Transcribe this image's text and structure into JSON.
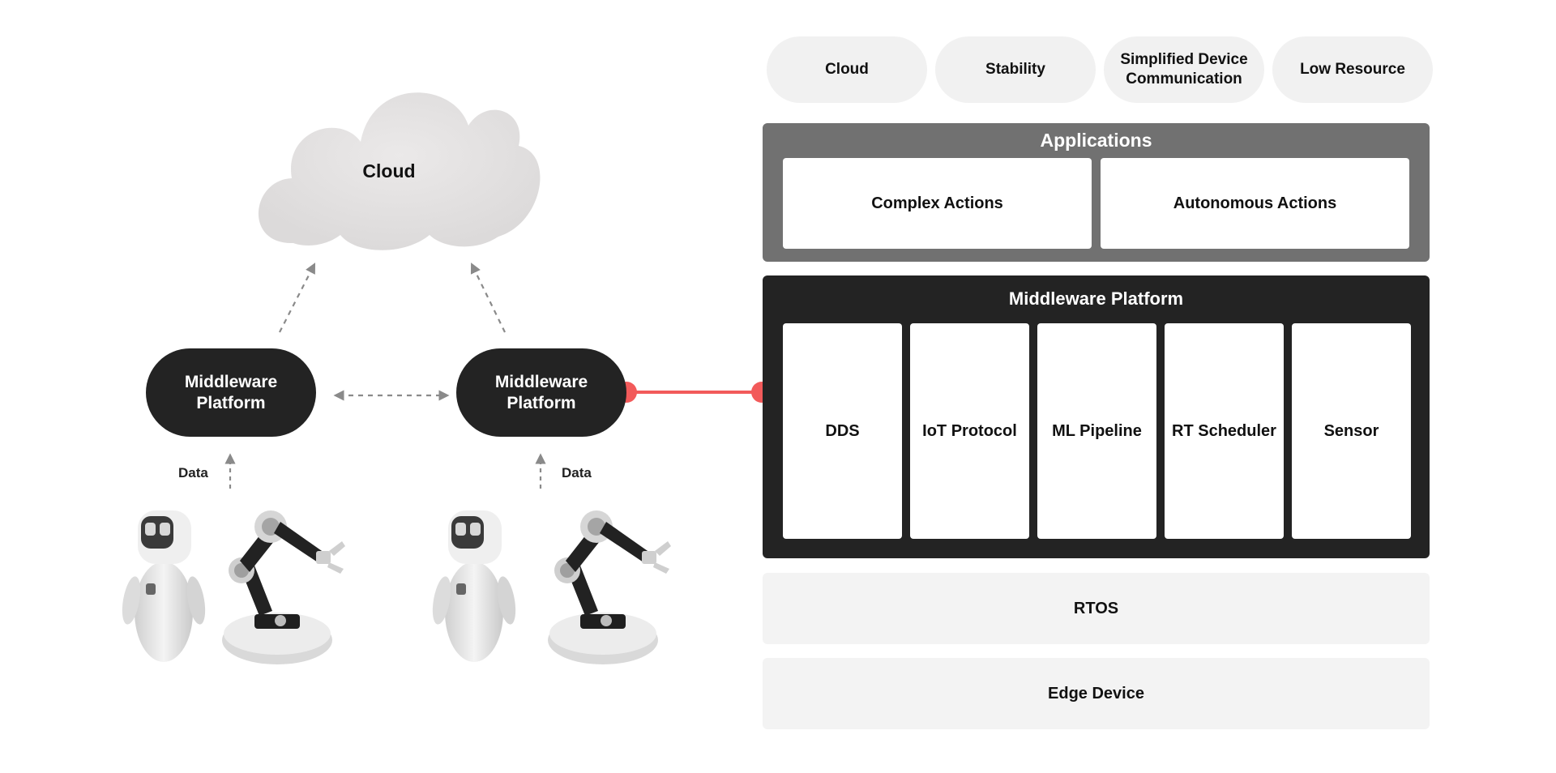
{
  "top_tags": [
    "Cloud",
    "Stability",
    "Simplified Device Communication",
    "Low Resource"
  ],
  "applications": {
    "title": "Applications",
    "items": [
      "Complex Actions",
      "Autonomous Actions"
    ]
  },
  "middleware_stack": {
    "title": "Middleware Platform",
    "items": [
      "DDS",
      "IoT Protocol",
      "ML Pipeline",
      "RT Scheduler",
      "Sensor"
    ]
  },
  "layers": {
    "rtos": "RTOS",
    "edge": "Edge Device"
  },
  "left_diagram": {
    "cloud_label": "Cloud",
    "node_left_label": "Middleware Platform",
    "node_right_label": "Middleware Platform",
    "data_label_left": "Data",
    "data_label_right": "Data"
  },
  "colors": {
    "connector": "#f25a5a",
    "dark": "#232323",
    "gray": "#717171",
    "light": "#f3f3f3"
  },
  "icons": [
    "cloud-icon",
    "humanoid-robot-icon",
    "robotic-arm-icon"
  ]
}
